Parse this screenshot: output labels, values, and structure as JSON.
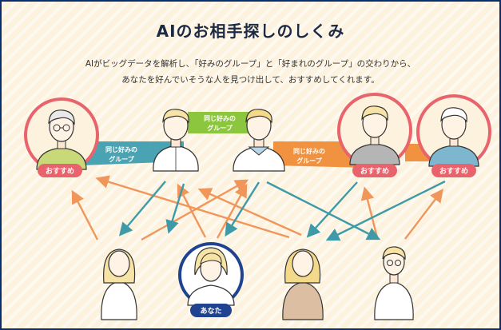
{
  "title": "AIのお相手探しのしくみ",
  "subtitle_line1": "AIがビッグデータを解析し、「好みのグループ」と「好まれのグループ」の交わりから、",
  "subtitle_line2": "あなたを好んでいそうな人を見つけ出して、おすすめしてくれます。",
  "group_labels": {
    "same_preference_top_line1": "同じ好みの",
    "same_preference_top_line2": "グループ",
    "same_preference_left_line1": "同じ好みの",
    "same_preference_left_line2": "グループ",
    "same_preference_right_line1": "同じ好みの",
    "same_preference_right_line2": "グループ"
  },
  "badges": {
    "recommend_1": "おすすめ",
    "recommend_2": "おすすめ",
    "recommend_3": "おすすめ",
    "you": "あなた"
  },
  "colors": {
    "recommend_red": "#e8636c",
    "you_navy": "#1f4390",
    "arrow_orange": "#f0965a",
    "arrow_teal": "#3f9aa8",
    "band_teal": "#4aa3b3",
    "band_green": "#8cc63f",
    "band_orange": "#f0923f",
    "frame_navy": "#0c2d6b",
    "background": "#fdf2dd"
  }
}
